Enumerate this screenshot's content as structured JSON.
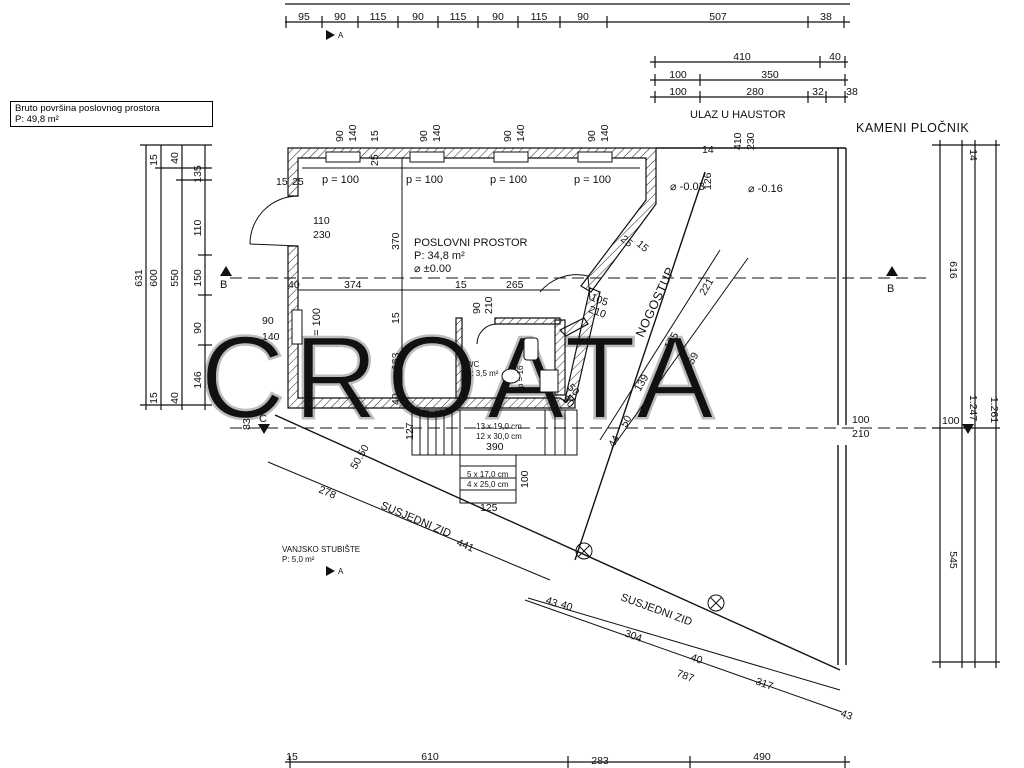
{
  "gross_area": {
    "title": "Bruto površina poslovnog prostora",
    "value": "P: 49,8 m²"
  },
  "rooms": {
    "office": {
      "name": "POSLOVNI PROSTOR",
      "area": "P: 34,8 m²",
      "level": "⌀ ±0.00"
    },
    "wc": {
      "name": "WC",
      "area": "P: 3,5 m²"
    },
    "stairs_ext": {
      "name": "VANJSKO STUBIŠTE",
      "area": "P: 5,0 m²"
    }
  },
  "labels": {
    "entrance": "ULAZ U HAUSTOR",
    "sidewalk": "KAMENI PLOČNIK",
    "pavement": "NOGOSTUP",
    "neighbor_wall": "SUSJEDNI ZID",
    "level_1": "⌀ -0.03",
    "level_2": "⌀ -0.16",
    "section_b": "B",
    "section_c": "C",
    "section_a": "A",
    "stair_1": "13 x 19,0 cm",
    "stair_2": "12 x 30,0 cm",
    "stair_3": "5 x 17,0 cm",
    "stair_4": "4 x 25,0 cm",
    "p100": "p = 100",
    "p16": "p = 16"
  },
  "dims": {
    "top_row": [
      "95",
      "90",
      "115",
      "90",
      "115",
      "90",
      "115",
      "90",
      "507",
      "38"
    ],
    "right_row1": [
      "410",
      "40"
    ],
    "right_row2": [
      "100",
      "350"
    ],
    "right_row3": [
      "100",
      "280",
      "32",
      "38"
    ],
    "bottom_row": [
      "15",
      "610",
      "283",
      "490"
    ],
    "left_v1": "631",
    "left_v2": [
      "15",
      "600",
      "15"
    ],
    "left_v3": [
      "40",
      "550",
      "40"
    ],
    "left_v4": [
      "135",
      "110",
      "150",
      "90",
      "146"
    ],
    "right_v1": "616",
    "right_v2": [
      "14",
      "1.247"
    ],
    "right_v3": "1.261",
    "right_v4": "545",
    "misc": [
      "90",
      "140",
      "15",
      "90",
      "140",
      "90",
      "140",
      "90",
      "140",
      "25",
      "25",
      "15",
      "110",
      "230",
      "370",
      "374",
      "15",
      "265",
      "40",
      "90",
      "140",
      "15",
      "163",
      "40",
      "90",
      "210",
      "25",
      "15",
      "105",
      "210",
      "50",
      "50",
      "127",
      "390",
      "100",
      "125",
      "83",
      "100",
      "210",
      "100",
      "14",
      "126",
      "410",
      "230",
      "221",
      "105",
      "559",
      "139",
      "50",
      "44",
      "278",
      "441",
      "50.50",
      "43",
      "40",
      "304",
      "40",
      "787",
      "317",
      "43"
    ]
  }
}
